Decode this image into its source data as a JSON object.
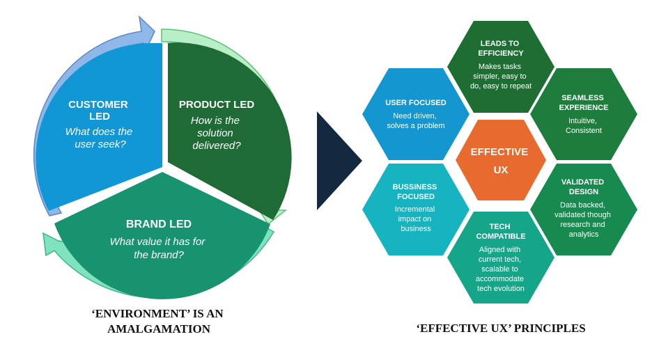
{
  "environment": {
    "segments": [
      {
        "id": "customer",
        "title_lines": [
          "CUSTOMER",
          "LED"
        ],
        "sub_lines": [
          "What does the",
          "user seek?"
        ],
        "color": "#1297d6"
      },
      {
        "id": "product",
        "title_lines": [
          "PRODUCT LED"
        ],
        "sub_lines": [
          "How is the",
          "solution",
          "delivered?"
        ],
        "color": "#1f6b35"
      },
      {
        "id": "brand",
        "title_lines": [
          "BRAND LED"
        ],
        "sub_lines": [
          "What value it has for",
          "the brand?"
        ],
        "color": "#17936f"
      }
    ],
    "caption_lines": [
      "‘ENVIRONMENT’ IS AN",
      "AMALGAMATION"
    ],
    "arrow_colors": {
      "customer": "#8fb8e8",
      "product": "#b9efc6",
      "brand": "#7fe3bf"
    }
  },
  "principles": {
    "center": {
      "lines": [
        "EFFECTIVE",
        "UX"
      ],
      "color": "#e86a2e"
    },
    "hexes": [
      {
        "id": "efficiency",
        "title_lines": [
          "LEADS TO",
          "EFFICIENCY"
        ],
        "body_lines": [
          "Makes tasks",
          "simpler, easy to",
          "do, easy to repeat"
        ],
        "color": "#1e6d33"
      },
      {
        "id": "user-focused",
        "title_lines": [
          "USER FOCUSED"
        ],
        "body_lines": [
          "Need driven,",
          "solves a problem"
        ],
        "color": "#1497d0"
      },
      {
        "id": "seamless",
        "title_lines": [
          "SEAMLESS",
          "EXPERIENCE"
        ],
        "body_lines": [
          "Intuitive,",
          "Consistent"
        ],
        "color": "#1e7d3c"
      },
      {
        "id": "business",
        "title_lines": [
          "BUSSINESS",
          "FOCUSED"
        ],
        "body_lines": [
          "Incremental",
          "impact on",
          "business"
        ],
        "color": "#16b3c0"
      },
      {
        "id": "validated",
        "title_lines": [
          "VALIDATED",
          "DESIGN"
        ],
        "body_lines": [
          "Data backed,",
          "validated though",
          "research and",
          "analytics"
        ],
        "color": "#168a4f"
      },
      {
        "id": "tech",
        "title_lines": [
          "TECH",
          "COMPATIBLE"
        ],
        "body_lines": [
          "Aligned with",
          "current tech,",
          "scalable to",
          "accommodate",
          "tech evolution"
        ],
        "color": "#15a589"
      }
    ],
    "caption": "‘EFFECTIVE UX’ PRINCIPLES"
  },
  "connector_color": "#14283f"
}
